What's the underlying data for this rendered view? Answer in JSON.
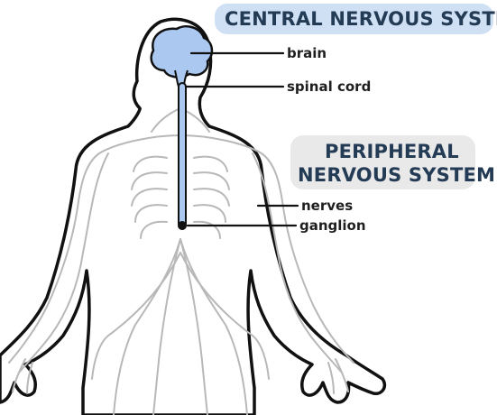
{
  "headers": {
    "cns": "CENTRAL NERVOUS SYSTEM",
    "pns_line1": "PERIPHERAL",
    "pns_line2": "NERVOUS SYSTEM"
  },
  "labels": {
    "brain": "brain",
    "spinal_cord": "spinal cord",
    "nerves": "nerves",
    "ganglion": "ganglion"
  },
  "colors": {
    "cns_highlight": "#cfe0f5",
    "pns_highlight": "#e9e9e9",
    "cns_fill": "#aac8f0",
    "nerve": "#b8b8b8",
    "outline": "#111111"
  }
}
